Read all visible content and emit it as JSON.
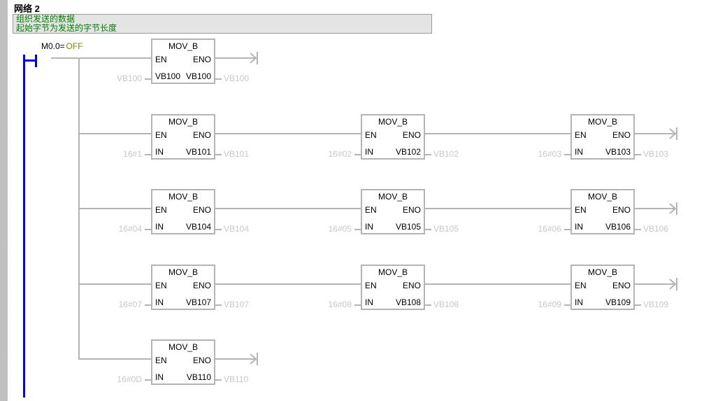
{
  "network": {
    "label": "网络",
    "number": "2"
  },
  "comment": {
    "line1": "组织发送的数据",
    "line2": "起始字节为发送的字节长度"
  },
  "contact": {
    "address": "M0.0=",
    "state": "OFF"
  },
  "colors": {
    "rail": "#0000ee",
    "wire": "#b4b4b4",
    "comment_text": "#008000",
    "comment_bg": "#e4e4e4",
    "state_text": "#808000",
    "operand_gray": "#c8c8c8"
  },
  "block_labels": {
    "title": "MOV_B",
    "en": "EN",
    "eno": "ENO",
    "in": "IN"
  },
  "blocks": [
    {
      "id": "b1",
      "title": "MOV_B",
      "en": "EN",
      "eno": "ENO",
      "in_label": "VB100",
      "in_value": "VB100",
      "out_label": "VB100",
      "out_value": "VB100",
      "row": 1,
      "col": 1,
      "terminator": true
    },
    {
      "id": "b2",
      "title": "MOV_B",
      "en": "EN",
      "eno": "ENO",
      "in_label": "IN",
      "in_value": "16#1",
      "out_label": "VB101",
      "out_value": "VB101",
      "row": 2,
      "col": 1,
      "terminator": false
    },
    {
      "id": "b3",
      "title": "MOV_B",
      "en": "EN",
      "eno": "ENO",
      "in_label": "IN",
      "in_value": "16#02",
      "out_label": "VB102",
      "out_value": "VB102",
      "row": 2,
      "col": 2,
      "terminator": false
    },
    {
      "id": "b4",
      "title": "MOV_B",
      "en": "EN",
      "eno": "ENO",
      "in_label": "IN",
      "in_value": "16#03",
      "out_label": "VB103",
      "out_value": "VB103",
      "row": 2,
      "col": 3,
      "terminator": true
    },
    {
      "id": "b5",
      "title": "MOV_B",
      "en": "EN",
      "eno": "ENO",
      "in_label": "IN",
      "in_value": "16#04",
      "out_label": "VB104",
      "out_value": "VB104",
      "row": 3,
      "col": 1,
      "terminator": false
    },
    {
      "id": "b6",
      "title": "MOV_B",
      "en": "EN",
      "eno": "ENO",
      "in_label": "IN",
      "in_value": "16#05",
      "out_label": "VB105",
      "out_value": "VB105",
      "row": 3,
      "col": 2,
      "terminator": false
    },
    {
      "id": "b7",
      "title": "MOV_B",
      "en": "EN",
      "eno": "ENO",
      "in_label": "IN",
      "in_value": "16#06",
      "out_label": "VB106",
      "out_value": "VB106",
      "row": 3,
      "col": 3,
      "terminator": true
    },
    {
      "id": "b8",
      "title": "MOV_B",
      "en": "EN",
      "eno": "ENO",
      "in_label": "IN",
      "in_value": "16#07",
      "out_label": "VB107",
      "out_value": "VB107",
      "row": 4,
      "col": 1,
      "terminator": false
    },
    {
      "id": "b9",
      "title": "MOV_B",
      "en": "EN",
      "eno": "ENO",
      "in_label": "IN",
      "in_value": "16#08",
      "out_label": "VB108",
      "out_value": "VB108",
      "row": 4,
      "col": 2,
      "terminator": false
    },
    {
      "id": "b10",
      "title": "MOV_B",
      "en": "EN",
      "eno": "ENO",
      "in_label": "IN",
      "in_value": "16#09",
      "out_label": "VB109",
      "out_value": "VB109",
      "row": 4,
      "col": 3,
      "terminator": true
    },
    {
      "id": "b11",
      "title": "MOV_B",
      "en": "EN",
      "eno": "ENO",
      "in_label": "IN",
      "in_value": "16#0D",
      "out_label": "VB110",
      "out_value": "VB110",
      "row": 5,
      "col": 1,
      "terminator": true
    }
  ]
}
